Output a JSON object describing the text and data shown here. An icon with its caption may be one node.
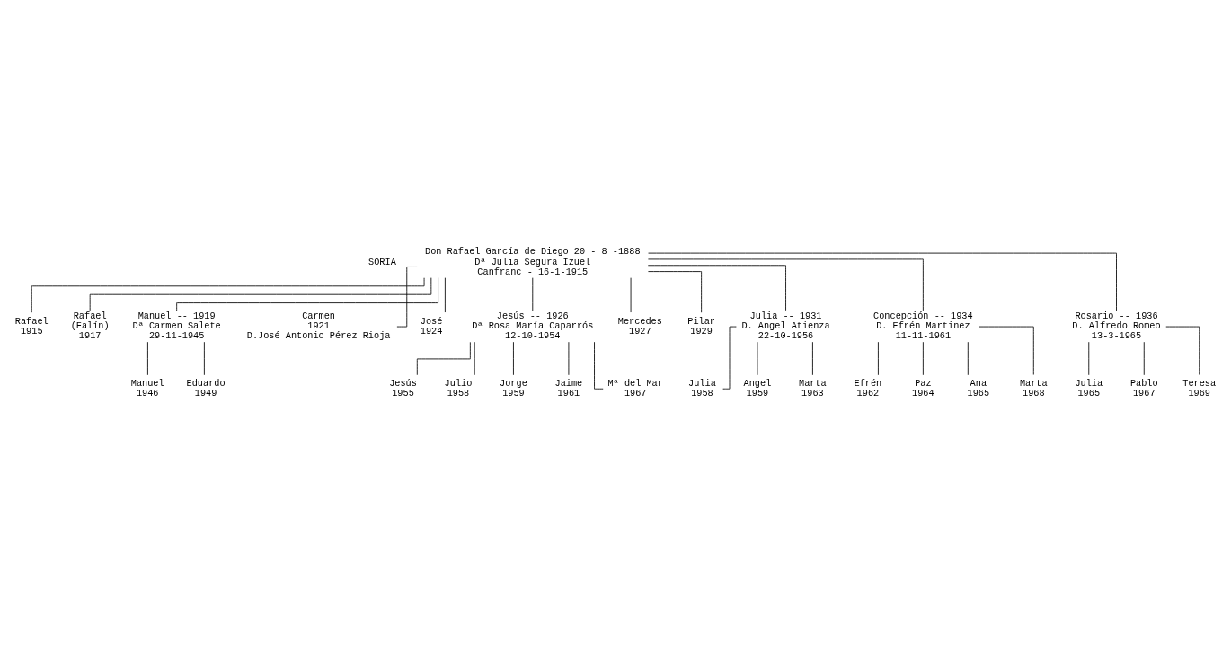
{
  "diagram": {
    "nodes": [
      {
        "text": [
          "Don Rafael García de Diego 20 - 8 -1888",
          "Dª Julia Segura Izuel",
          "Canfranc - 16-1-1915"
        ]
      },
      {
        "text": [
          "Rafael",
          "1915"
        ]
      },
      {
        "text": [
          "Rafael",
          "(Falín)",
          "1917"
        ]
      },
      {
        "text": [
          "Manuel -- 1919",
          "Dª Carmen Salete",
          "29-11-1945"
        ]
      },
      {
        "text": [
          "Carmen",
          "1921",
          "D.José Antonio Pérez Rioja"
        ]
      },
      {
        "text": [
          "José",
          "1924"
        ]
      },
      {
        "text": [
          "Jesús -- 1926",
          "Dª Rosa María Caparrós",
          "12-10-1954"
        ]
      },
      {
        "text": [
          "Mercedes",
          "1927"
        ]
      },
      {
        "text": [
          "Pilar",
          "1929"
        ]
      },
      {
        "text": [
          "Julia -- 1931",
          "D. Angel Atienza",
          "22-10-1956"
        ]
      },
      {
        "text": [
          "Concepción -- 1934",
          "D. Efrén Martinez",
          "11-11-1961"
        ]
      },
      {
        "text": [
          "Rosario -- 1936",
          "D. Alfredo Romeo",
          "13-3-1965"
        ]
      },
      {
        "text": [
          "Manuel",
          "1946"
        ]
      },
      {
        "text": [
          "Eduardo",
          "1949"
        ]
      },
      {
        "text": [
          "Jesús",
          "1955"
        ]
      },
      {
        "text": [
          "Julio",
          "1958"
        ]
      },
      {
        "text": [
          "Jorge",
          "1959"
        ]
      },
      {
        "text": [
          "Jaime",
          "1961"
        ]
      },
      {
        "text": [
          "Mª del Mar",
          "1967"
        ]
      },
      {
        "text": [
          "Julia",
          "1958"
        ]
      },
      {
        "text": [
          "Angel",
          "1959"
        ]
      },
      {
        "text": [
          "Marta",
          "1963"
        ]
      },
      {
        "text": [
          "Efrén",
          "1962"
        ]
      },
      {
        "text": [
          "Paz",
          "1964"
        ]
      },
      {
        "text": [
          "Ana",
          "1965"
        ]
      },
      {
        "text": [
          "Marta",
          "1968"
        ]
      },
      {
        "text": [
          "Julia",
          "1965"
        ]
      },
      {
        "text": [
          "Pablo",
          "1967"
        ]
      },
      {
        "text": [
          "Teresa",
          "1969"
        ]
      }
    ],
    "edges": [
      {
        "from": 0,
        "to": 1,
        "arrow": "none"
      },
      {
        "from": 0,
        "to": 2,
        "arrow": "none"
      },
      {
        "from": 0,
        "to": 3,
        "arrow": "none"
      },
      {
        "from": 0,
        "to": 4,
        "arrow": "none"
      },
      {
        "from": 0,
        "to": 5,
        "arrow": "none"
      },
      {
        "from": 0,
        "to": 6,
        "arrow": "none"
      },
      {
        "from": 0,
        "to": 7,
        "arrow": "none"
      },
      {
        "from": 0,
        "to": 8,
        "arrow": "none"
      },
      {
        "from": 0,
        "to": 9,
        "arrow": "none"
      },
      {
        "from": 0,
        "to": 10,
        "arrow": "none"
      },
      {
        "from": 0,
        "to": 11,
        "arrow": "none"
      },
      {
        "from": 3,
        "to": 12,
        "arrow": "none"
      },
      {
        "from": 3,
        "to": 13,
        "arrow": "none"
      },
      {
        "from": 6,
        "to": 14,
        "arrow": "none"
      },
      {
        "from": 6,
        "to": 15,
        "arrow": "none"
      },
      {
        "from": 6,
        "to": 16,
        "arrow": "none"
      },
      {
        "from": 6,
        "to": 17,
        "arrow": "none"
      },
      {
        "from": 6,
        "to": 18,
        "arrow": "none"
      },
      {
        "from": 9,
        "to": 19,
        "arrow": "none"
      },
      {
        "from": 9,
        "to": 20,
        "arrow": "none"
      },
      {
        "from": 9,
        "to": 21,
        "arrow": "none"
      },
      {
        "from": 10,
        "to": 22,
        "arrow": "none"
      },
      {
        "from": 10,
        "to": 23,
        "arrow": "none"
      },
      {
        "from": 10,
        "to": 24,
        "arrow": "none"
      },
      {
        "from": 10,
        "to": 25,
        "arrow": "none"
      },
      {
        "from": 11,
        "to": 26,
        "arrow": "none"
      },
      {
        "from": 11,
        "to": 27,
        "arrow": "none"
      },
      {
        "from": 11,
        "to": 28,
        "arrow": "none"
      }
    ],
    "labels": [
      "SORIA"
    ]
  }
}
